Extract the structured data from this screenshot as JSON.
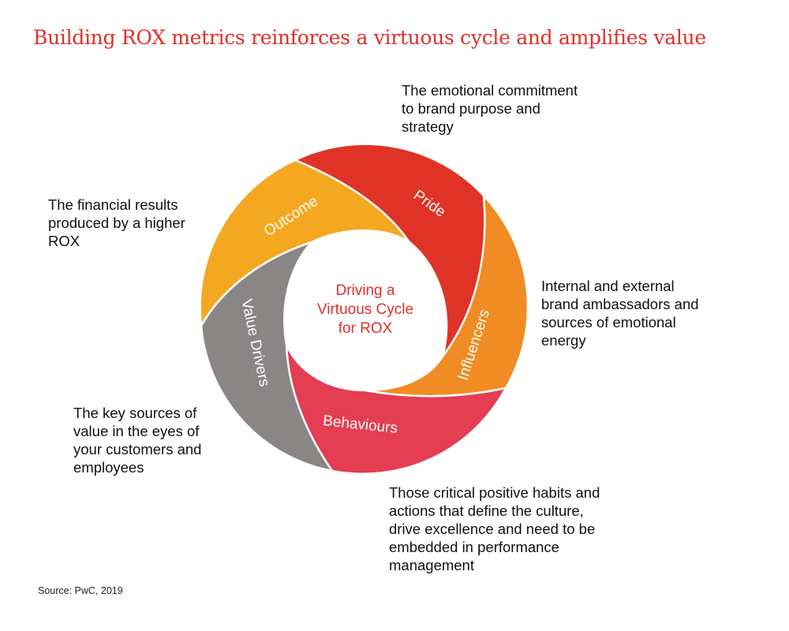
{
  "title": "Building ROX metrics reinforces a virtuous cycle and amplifies value",
  "center": {
    "lines": [
      "Driving a",
      "Virtuous Cycle",
      "for ROX"
    ],
    "color": "#e0302a"
  },
  "segments": [
    {
      "id": "pride",
      "label": "Pride",
      "color": "#e03327",
      "description": [
        "The emotional commitment",
        "to brand purpose and",
        "strategy"
      ]
    },
    {
      "id": "influencers",
      "label": "Influencers",
      "color": "#f08c23",
      "description": [
        "Internal and external",
        "brand ambassadors and",
        "sources of emotional",
        "energy"
      ]
    },
    {
      "id": "behaviours",
      "label": "Behaviours",
      "color": "#e53d52",
      "description": [
        "Those critical positive habits and",
        "actions that define the culture,",
        "drive excellence and need to be",
        "embedded in performance",
        "management"
      ]
    },
    {
      "id": "valuedrivers",
      "label": "Value Drivers",
      "color": "#8a8685",
      "description": [
        "The key sources of",
        "value in the eyes of",
        "your customers and",
        "employees"
      ]
    },
    {
      "id": "outcome",
      "label": "Outcome",
      "color": "#f4a81f",
      "description": [
        "The financial results",
        "produced by a higher",
        "ROX"
      ]
    }
  ],
  "source": "Source: PwC, 2019"
}
